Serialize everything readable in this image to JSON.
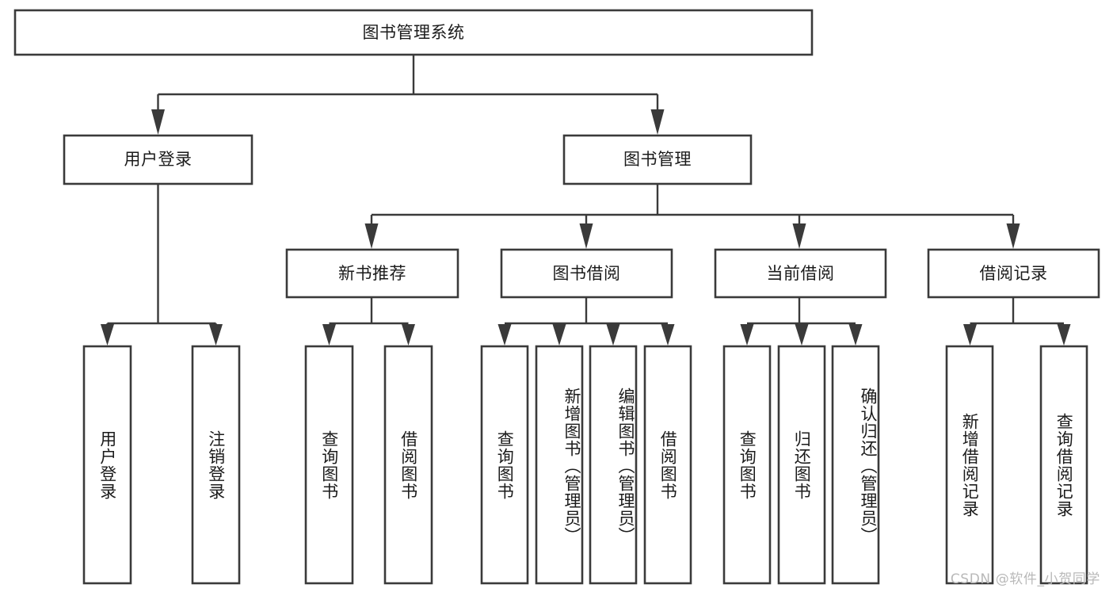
{
  "diagram": {
    "type": "tree-hierarchy",
    "title": "图书管理系统",
    "watermark": "CSDN @软件_小贺同学",
    "colors": {
      "background": "#ffffff",
      "box_fill": "#ffffff",
      "box_stroke": "#3a3a3a",
      "connector": "#3a3a3a",
      "text": "#1b1b1b",
      "watermark": "#b9b9b9"
    },
    "nodes": {
      "root": {
        "label": "图书管理系统",
        "level": 1,
        "orientation": "horizontal"
      },
      "l2": [
        {
          "id": "user-login",
          "label": "用户登录",
          "level": 2,
          "orientation": "horizontal"
        },
        {
          "id": "book-manage",
          "label": "图书管理",
          "level": 2,
          "orientation": "horizontal"
        }
      ],
      "l3": [
        {
          "id": "new-book-recommend",
          "label": "新书推荐",
          "level": 3,
          "orientation": "horizontal"
        },
        {
          "id": "book-borrow",
          "label": "图书借阅",
          "level": 3,
          "orientation": "horizontal"
        },
        {
          "id": "current-borrow",
          "label": "当前借阅",
          "level": 3,
          "orientation": "horizontal"
        },
        {
          "id": "borrow-record",
          "label": "借阅记录",
          "level": 3,
          "orientation": "horizontal"
        }
      ],
      "leaves": {
        "user_login": [
          {
            "id": "leaf-user-login",
            "label": "用户登录",
            "align": "center"
          },
          {
            "id": "leaf-user-logout",
            "label": "注销登录",
            "align": "center"
          }
        ],
        "new_book_recommend": [
          {
            "id": "leaf-query-book-1",
            "label": "查询图书",
            "align": "center"
          },
          {
            "id": "leaf-borrow-book-1",
            "label": "借阅图书",
            "align": "center"
          }
        ],
        "book_borrow": [
          {
            "id": "leaf-query-book-2",
            "label": "查询图书",
            "align": "center"
          },
          {
            "id": "leaf-add-book",
            "label": "新增图书（管理员）",
            "align": "top"
          },
          {
            "id": "leaf-edit-book",
            "label": "编辑图书（管理员）",
            "align": "top"
          },
          {
            "id": "leaf-borrow-book-2",
            "label": "借阅图书",
            "align": "center"
          }
        ],
        "current_borrow": [
          {
            "id": "leaf-query-book-3",
            "label": "查询图书",
            "align": "center"
          },
          {
            "id": "leaf-return-book",
            "label": "归还图书",
            "align": "center"
          },
          {
            "id": "leaf-confirm-return",
            "label": "确认归还（管理员）",
            "align": "top"
          }
        ],
        "borrow_record": [
          {
            "id": "leaf-add-record",
            "label": "新增借阅记录",
            "align": "center"
          },
          {
            "id": "leaf-query-record",
            "label": "查询借阅记录",
            "align": "center"
          }
        ]
      }
    }
  }
}
